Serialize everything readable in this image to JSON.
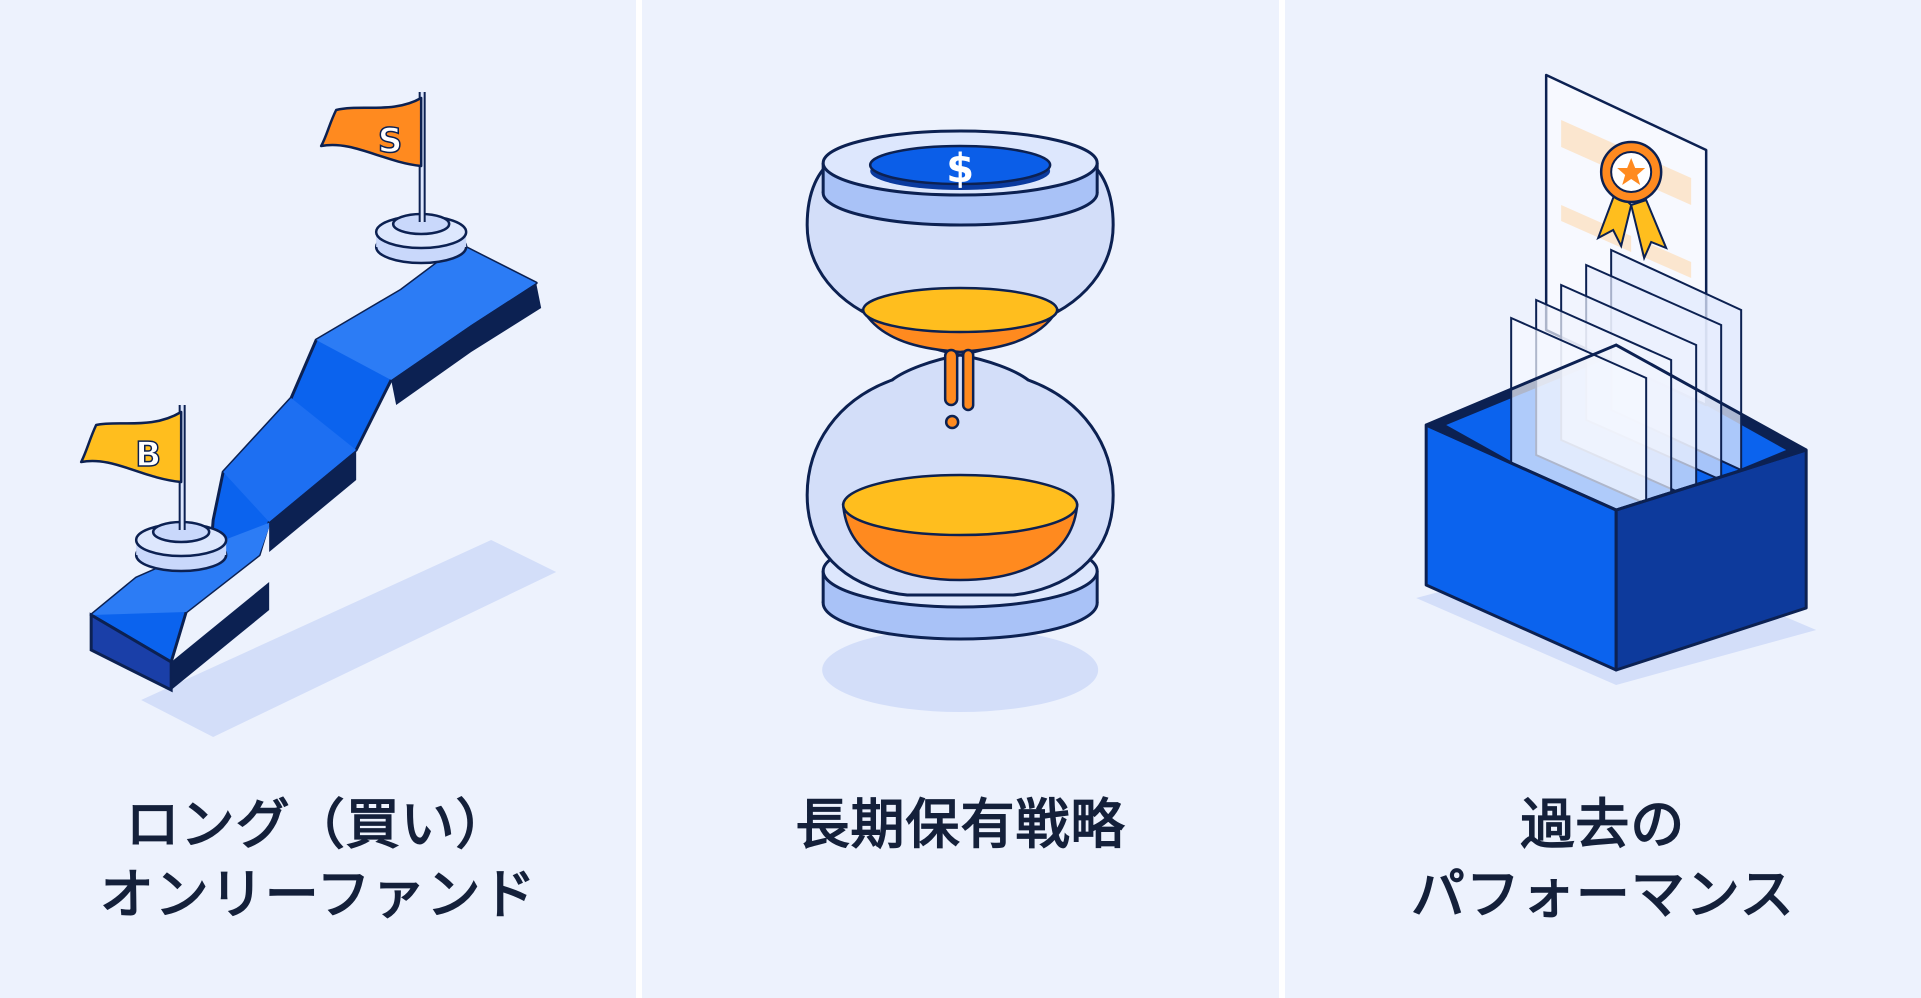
{
  "panels": [
    {
      "caption_lines": [
        "ロング（買い）",
        "オンリーファンド"
      ],
      "flag_low_letter": "B",
      "flag_high_letter": "S"
    },
    {
      "caption_lines": [
        "長期保有戦略"
      ],
      "coin_symbol": "$"
    },
    {
      "caption_lines": [
        "過去の",
        "パフォーマンス"
      ]
    }
  ],
  "colors": {
    "background": "#edf2fd",
    "primary_blue": "#0b5ee8",
    "dark_navy": "#0c2152",
    "orange": "#ff8a1f",
    "yellow": "#ffbe1e",
    "light_blue": "#c9d8fb",
    "text": "#14203a"
  },
  "icons": [
    "stair-steps-icon",
    "flag-b-icon",
    "flag-s-icon",
    "hourglass-icon",
    "dollar-coin-icon",
    "certificate-box-icon",
    "award-ribbon-icon"
  ]
}
